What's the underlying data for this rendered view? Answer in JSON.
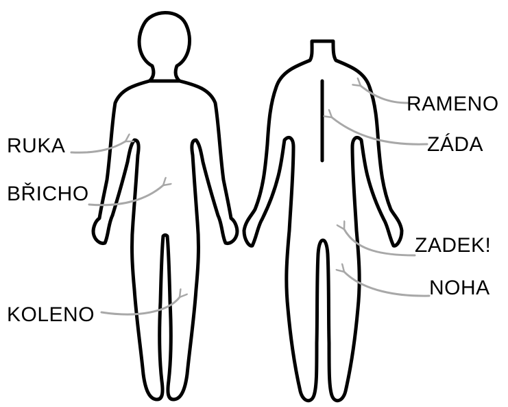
{
  "labels": {
    "ruka": "RUKA",
    "bricho": "BŘICHO",
    "koleno": "KOLENO",
    "rameno": "RAMENO",
    "zada": "ZÁDA",
    "zadek": "ZADEK!",
    "noha": "NOHA"
  },
  "colors": {
    "outline": "#000000",
    "arrow": "#a8a8a8",
    "background": "#ffffff"
  }
}
